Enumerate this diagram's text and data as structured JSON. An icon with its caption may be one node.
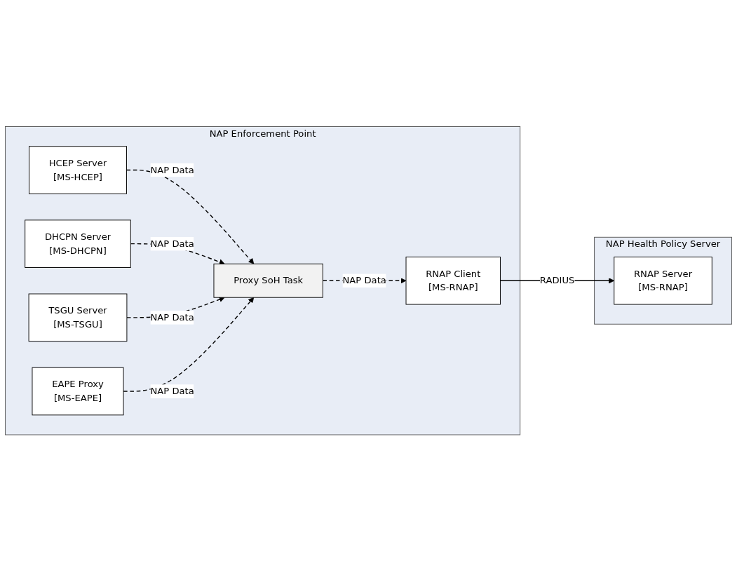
{
  "diagram": {
    "nodes": [
      {
        "text": [
          "NAP Enforcement Point"
        ]
      },
      {
        "text": [
          "HCEP Server",
          "[MS-HCEP]"
        ],
        "in": 0
      },
      {
        "text": [
          "DHCPN Server",
          "[MS-DHCPN]"
        ],
        "in": 0
      },
      {
        "text": [
          "TSGU Server",
          "[MS-TSGU]"
        ],
        "in": 0
      },
      {
        "text": [
          "EAPE Proxy",
          "[MS-EAPE]"
        ],
        "in": 0
      },
      {
        "text": [
          "Proxy SoH Task"
        ],
        "in": 0
      },
      {
        "text": [
          "RNAP Client",
          "[MS-RNAP]"
        ],
        "in": 0
      },
      {
        "text": [
          "NAP Health Policy Server"
        ]
      },
      {
        "text": [
          "RNAP Server",
          "[MS-RNAP]"
        ],
        "in": 7
      }
    ],
    "edges": [
      {
        "from": 1,
        "to": 5,
        "arrow": "to",
        "label": "NAP Data",
        "style": "dashed"
      },
      {
        "from": 2,
        "to": 5,
        "arrow": "to",
        "label": "NAP Data",
        "style": "dashed"
      },
      {
        "from": 3,
        "to": 5,
        "arrow": "to",
        "label": "NAP Data",
        "style": "dashed"
      },
      {
        "from": 4,
        "to": 5,
        "arrow": "to",
        "label": "NAP Data",
        "style": "dashed"
      },
      {
        "from": 5,
        "to": 6,
        "arrow": "to",
        "label": "NAP Data",
        "style": "dashed"
      },
      {
        "from": 6,
        "to": 8,
        "arrow": "to",
        "label": "RADIUS"
      }
    ]
  }
}
